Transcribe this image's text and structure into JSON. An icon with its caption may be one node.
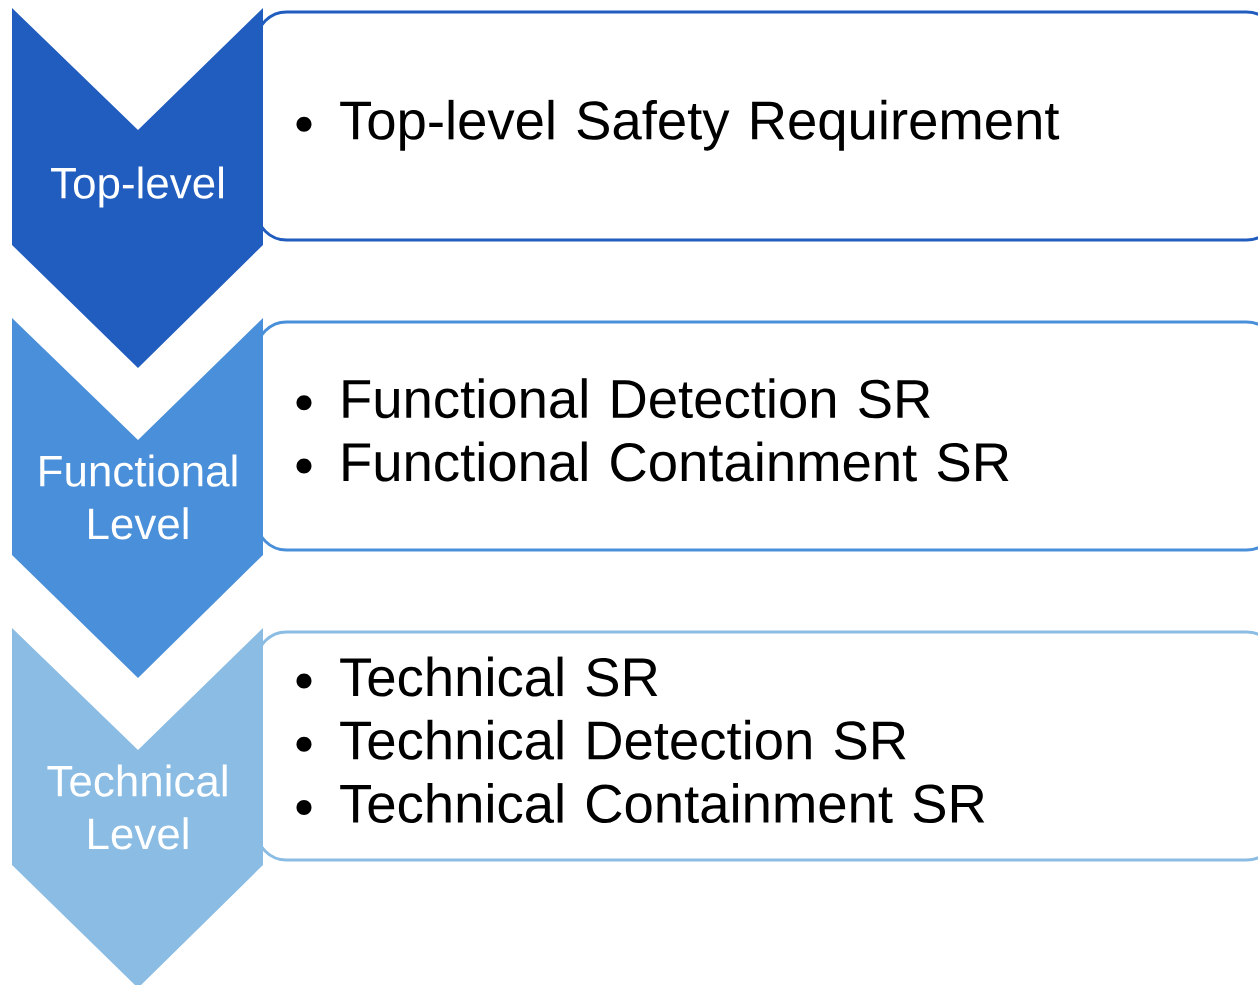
{
  "diagram": {
    "nodes": [
      {
        "text": [
          "Top-level"
        ]
      },
      {
        "text": [
          "Top-level Safety Requirement"
        ]
      },
      {
        "text": [
          "Functional Level"
        ]
      },
      {
        "text": [
          "Functional Detection SR",
          "Functional Containment SR"
        ]
      },
      {
        "text": [
          "Technical Level"
        ]
      },
      {
        "text": [
          "Technical SR",
          "Technical Detection SR",
          "Technical Containment SR"
        ]
      }
    ]
  }
}
